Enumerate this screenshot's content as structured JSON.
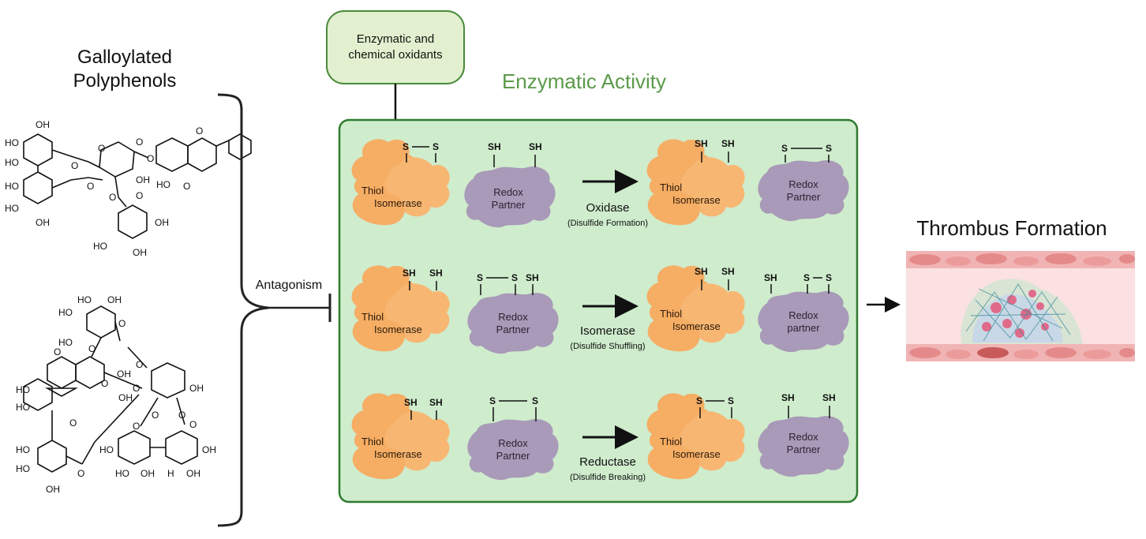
{
  "left": {
    "title_line1": "Galloylated",
    "title_line2": "Polyphenols",
    "antagonism": "Antagonism",
    "chem_labels": [
      "OH",
      "O",
      "H"
    ]
  },
  "oxidants_box": {
    "line1": "Enzymatic and",
    "line2": "chemical oxidants",
    "color": "#e2f0cf"
  },
  "panel": {
    "title": "Enzymatic Activity",
    "title_color": "#5b9a4a",
    "bg_color": "#cfeccd",
    "border_color": "#2f7a2f",
    "protein_label_1": "Thiol",
    "protein_label_2": "Isomerase",
    "partner_label_1": "Redox",
    "partner_label_2": "Partner",
    "partner_label_2_alt": "partner",
    "sh": "SH",
    "s": "S",
    "rows": [
      {
        "name": "Oxidase",
        "sub": "(Disulfide Formation)"
      },
      {
        "name": "Isomerase",
        "sub": "(Disulfide Shuffling)"
      },
      {
        "name": "Reductase",
        "sub": "(Disulfide Breaking)"
      }
    ]
  },
  "right": {
    "title": "Thrombus Formation"
  }
}
